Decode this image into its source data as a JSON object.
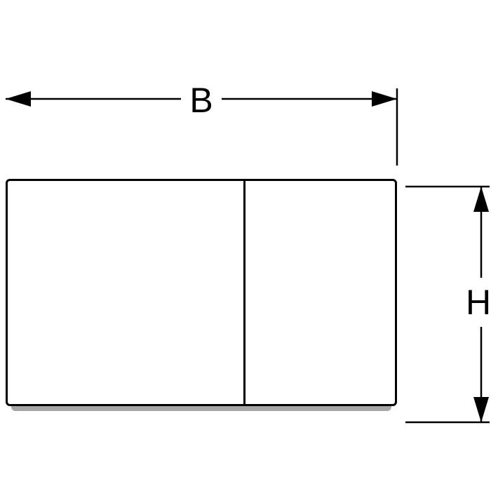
{
  "drawing": {
    "kind": "technical-dimension-diagram",
    "subject": "dual-section rectangular plate, front view",
    "labels": {
      "width": "B",
      "height": "H"
    },
    "colors": {
      "line": "#000000",
      "background": "#ffffff",
      "base_edge": "#a6a6a6"
    }
  }
}
